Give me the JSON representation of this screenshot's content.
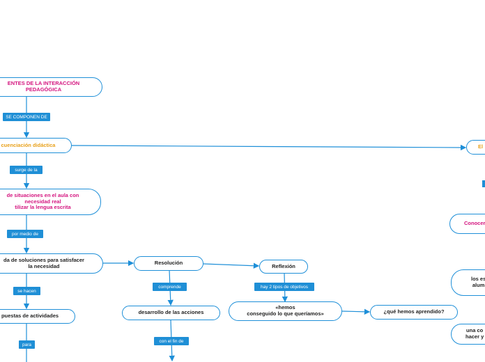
{
  "nodes": {
    "componentes": "ENTES DE LA INTERACCIÓN\nPEDAGÓGICA",
    "secuencia": "cuenciación didáctica",
    "situaciones": "de situaciones en el aula con\nnecesidad real\ntilizar la lengua escrita",
    "busqueda": "da de soluciones para satisfacer\nla necesidad",
    "propuestas": "puestas de actividades",
    "resolucion": "Resolución",
    "desarrollo": "desarrollo de las acciones",
    "reflexion": "Reflexión",
    "hemos_conseguido": "«hemos\nconseguido lo que queríamos»",
    "que_hemos_aprendido": "¿qué hemos aprendido?",
    "right_el": "El",
    "right_conocer": "Conocer",
    "right_los": "los es\nalum",
    "right_una": "una co\nhacer y"
  },
  "labels": {
    "se_componen_de": "SE COMPONEN DE",
    "surge_de_la": "surge de la",
    "por_medio_de": "por medio de",
    "se_hacen": "se hacen",
    "para": "para",
    "comprende": "comprende",
    "con_el_fin_de": "con el fin de",
    "hay_2_tipos": "hay 2 tipos de objetivos"
  },
  "colors": {
    "border": "#1e8fd8",
    "label_bg": "#1f8fd6",
    "magenta": "#d4157f",
    "orange": "#e8a11b"
  }
}
